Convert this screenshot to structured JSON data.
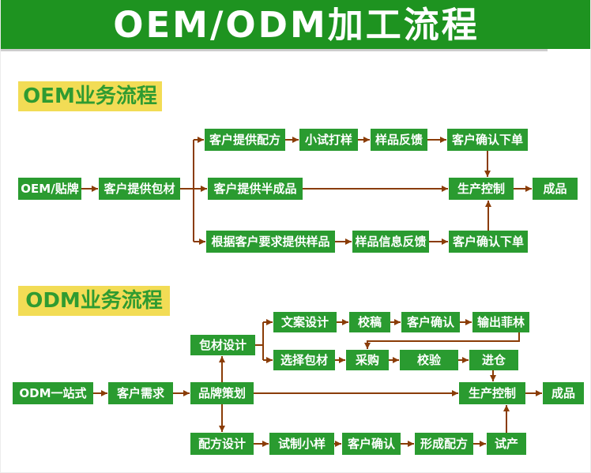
{
  "header": {
    "title": "OEM/ODM加工流程"
  },
  "colors": {
    "header_green": "#1e9320",
    "box_green": "#2a9b30",
    "arrow_brown": "#8a3c06",
    "label_yellow_bg": "#f2dc55",
    "label_green_text": "#2f9b31",
    "box_text": "#ffffff"
  },
  "oem": {
    "section_label": "OEM业务流程",
    "start": "OEM/贴牌",
    "supply": "客户提供包材",
    "row1": [
      "客户提供配方",
      "小试打样",
      "样品反馈",
      "客户确认下单"
    ],
    "row2": {
      "semi": "客户提供半成品",
      "prod": "生产控制",
      "final": "成品"
    },
    "row3": [
      "根据客户要求提供样品",
      "样品信息反馈",
      "客户确认下单"
    ]
  },
  "odm": {
    "section_label": "ODM业务流程",
    "start": "ODM一站式",
    "need": "客户需求",
    "brand": "品牌策划",
    "pack_design": "包材设计",
    "rowA": [
      "文案设计",
      "校稿",
      "客户确认",
      "输出菲林"
    ],
    "rowB": [
      "选择包材",
      "采购",
      "校验",
      "进仓"
    ],
    "prod": "生产控制",
    "final": "成品",
    "rowD": [
      "配方设计",
      "试制小样",
      "客户确认",
      "形成配方",
      "试产"
    ]
  }
}
